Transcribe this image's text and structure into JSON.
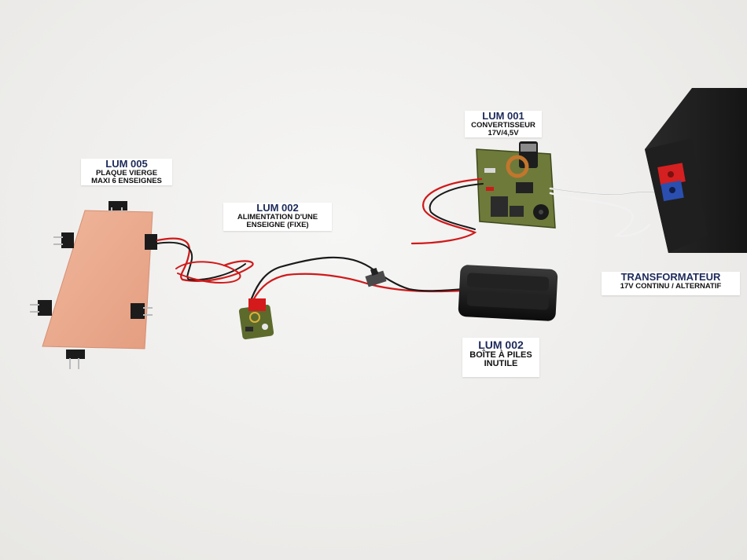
{
  "labels": {
    "lum005": {
      "code": "LUM 005",
      "line1": "PLAQUE VIERGE",
      "line2": "MAXI 6 ENSEIGNES"
    },
    "lum002_alim": {
      "code": "LUM 002",
      "line1": "ALIMENTATION D'UNE",
      "line2": "ENSEIGNE (FIXE)"
    },
    "lum001": {
      "code": "LUM 001",
      "line1": "CONVERTISSEUR",
      "line2": "17V/4,5V"
    },
    "transfo": {
      "code": "TRANSFORMATEUR",
      "line1": "17V CONTINU / ALTERNATIF"
    },
    "lum002_piles": {
      "code": "LUM 002",
      "line1": "BOÎTE À PILES",
      "line2": "INUTILE"
    }
  },
  "components": {
    "copper_board": "copper-clad-board",
    "small_pcb": "power-module",
    "converter_pcb": "converter-board",
    "battery_box": "battery-box",
    "transformer": "transformer"
  },
  "colors": {
    "copper": "#e8a98c",
    "pcb_green": "#6d7a3a",
    "wire_red": "#d01818",
    "wire_black": "#1a1a1a",
    "terminal_red": "#d42020",
    "terminal_blue": "#2a4fb0"
  }
}
